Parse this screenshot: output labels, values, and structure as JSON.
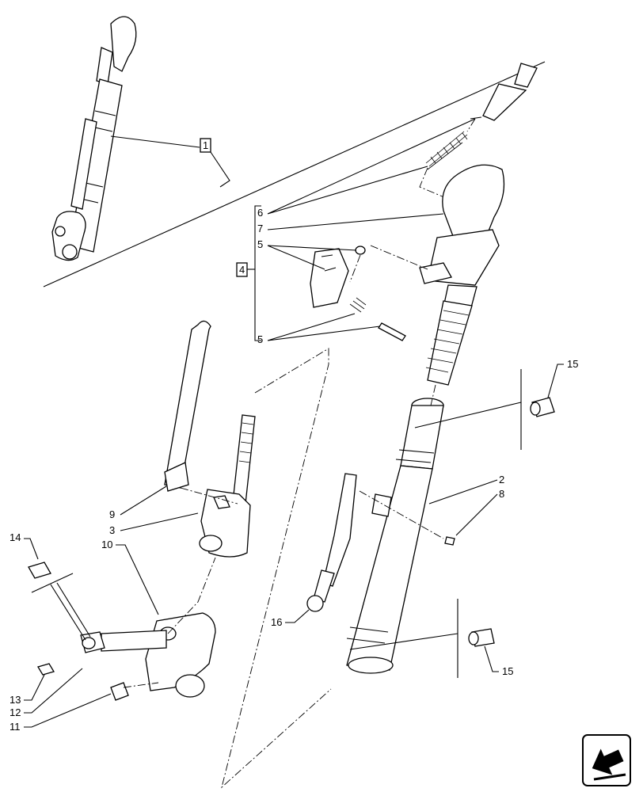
{
  "callouts": {
    "c1": "1",
    "c2": "2",
    "c3": "3",
    "c4": "4",
    "c5a": "5",
    "c5b": "5",
    "c6": "6",
    "c7": "7",
    "c8": "8",
    "c9": "9",
    "c10": "10",
    "c11": "11",
    "c12": "12",
    "c13": "13",
    "c14": "14",
    "c15a": "15",
    "c15b": "15",
    "c16": "16"
  },
  "icons": {
    "corner": "next-page-arrow-icon"
  }
}
